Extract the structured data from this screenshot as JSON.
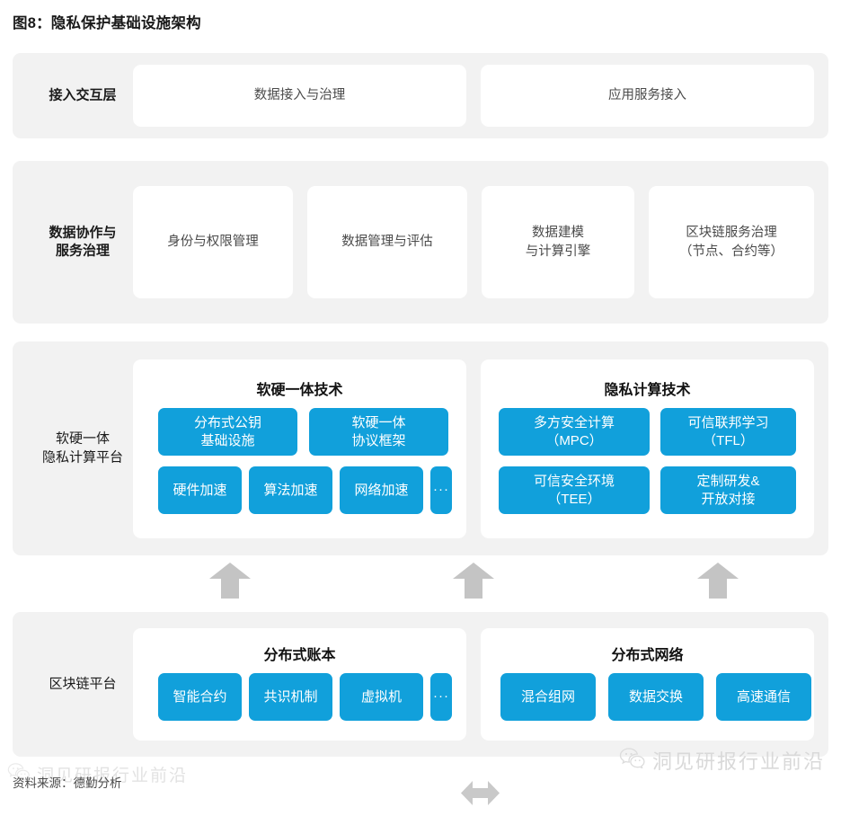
{
  "figure": {
    "title": "图8：隐私保护基础设施架构",
    "source_note": "资料来源：德勤分析"
  },
  "colors": {
    "chip_blue": "#11a0db",
    "band_gray": "#f2f2f2",
    "card_white": "#ffffff",
    "arrow_gray": "#c4c4c4",
    "watermark_gray": "#d9d9d9"
  },
  "layers": [
    {
      "id": "access",
      "label": "接入交互层",
      "cards": [
        {
          "label": "数据接入与治理"
        },
        {
          "label": "应用服务接入"
        }
      ]
    },
    {
      "id": "governance",
      "label": "数据协作与\n服务治理",
      "cards": [
        {
          "label": "身份与权限管理"
        },
        {
          "label": "数据管理与评估"
        },
        {
          "label": "数据建模\n与计算引擎"
        },
        {
          "label": "区块链服务治理\n（节点、合约等）"
        }
      ]
    },
    {
      "id": "platform",
      "label": "软硬一体\n隐私计算平台",
      "panels": [
        {
          "title": "软硬一体技术",
          "row1": [
            {
              "label": "分布式公钥\n基础设施"
            },
            {
              "label": "软硬一体\n协议框架"
            }
          ],
          "row2": [
            {
              "label": "硬件加速"
            },
            {
              "label": "算法加速"
            },
            {
              "label": "网络加速"
            },
            {
              "label": "···"
            }
          ]
        },
        {
          "title": "隐私计算技术",
          "row1": [
            {
              "label": "多方安全计算\n（MPC）"
            },
            {
              "label": "可信联邦学习\n（TFL）"
            }
          ],
          "row2": [
            {
              "label": "可信安全环境\n（TEE）"
            },
            {
              "label": "定制研发&\n开放对接"
            }
          ]
        }
      ]
    },
    {
      "id": "blockchain",
      "label": "区块链平台",
      "panels": [
        {
          "title": "分布式账本",
          "chips": [
            {
              "label": "智能合约"
            },
            {
              "label": "共识机制"
            },
            {
              "label": "虚拟机"
            },
            {
              "label": "···"
            }
          ]
        },
        {
          "title": "分布式网络",
          "chips": [
            {
              "label": "混合组网"
            },
            {
              "label": "数据交换"
            },
            {
              "label": "高速通信"
            }
          ]
        }
      ]
    }
  ],
  "connectors": {
    "up_arrows_count": 3,
    "bidirectional_arrow": "left-right-arrow"
  },
  "watermark": {
    "text": "洞见研报行业前沿",
    "icon": "wechat-icon"
  }
}
